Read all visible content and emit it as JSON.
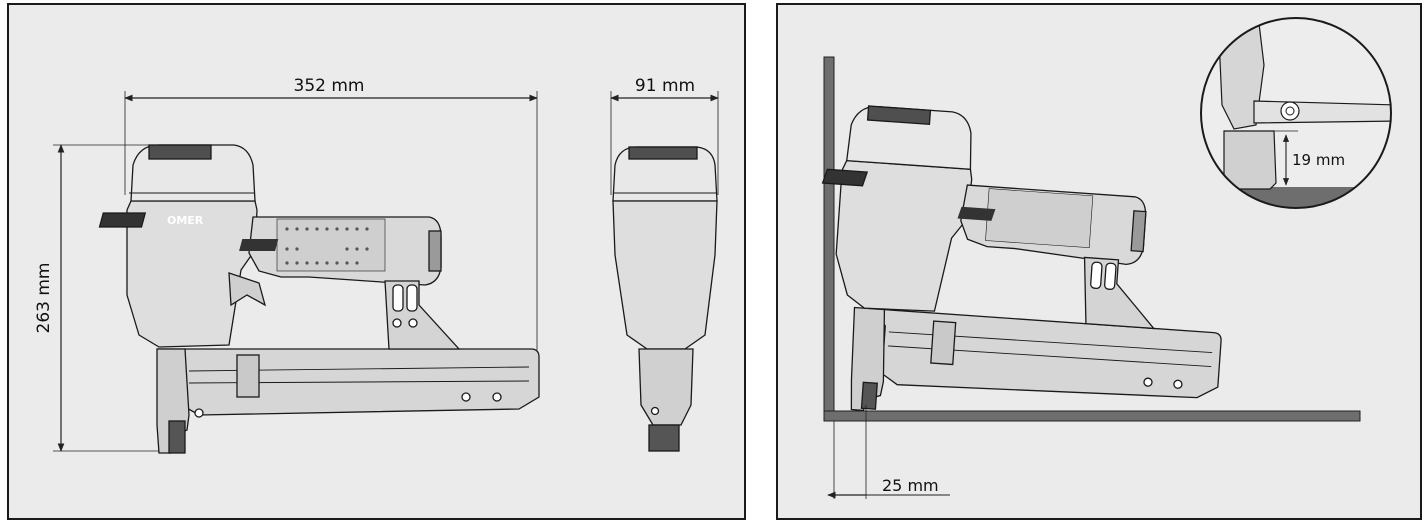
{
  "brand": "OMER",
  "left_panel": {
    "width_label": "352 mm",
    "depth_label": "91 mm",
    "height_label": "263 mm"
  },
  "right_panel": {
    "wall_offset_label": "25 mm",
    "clearance_label": "19 mm"
  },
  "colors": {
    "panel_bg": "#ebebeb",
    "outline": "#1a1a1a",
    "tool_light": "#d9d9d9",
    "tool_dark": "#5a5a5a",
    "wall": "#6e6e6e"
  }
}
